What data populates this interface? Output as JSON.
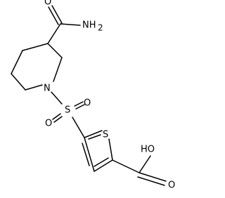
{
  "molecule": {
    "labels": {
      "carbonyl_oxygen": "O",
      "amide_nitrogen": "NH",
      "amide_h_subscript": "2",
      "ring_nitrogen": "N",
      "sulfonyl_sulfur": "S",
      "sulfonyl_oxygen_top": "O",
      "sulfonyl_oxygen_bottom": "O",
      "thiophene_sulfur": "S",
      "acid_hydroxyl": "HO",
      "acid_carbonyl_oxygen": "O"
    }
  }
}
